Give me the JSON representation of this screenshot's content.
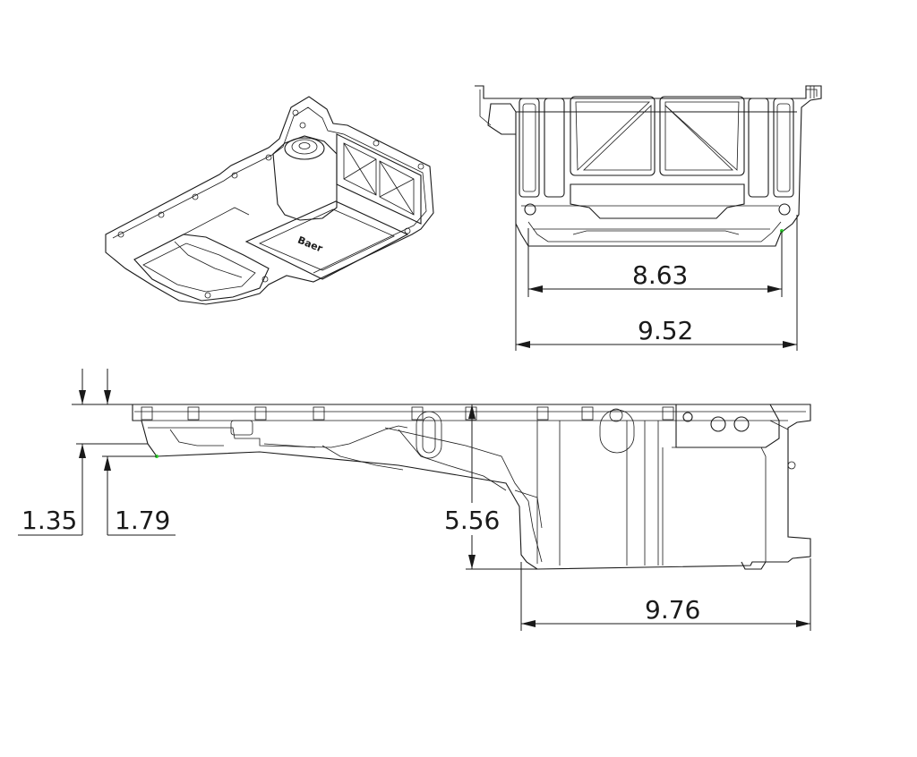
{
  "brand_mark": "Baer",
  "dimensions": {
    "top_view_inner_width": "8.63",
    "top_view_outer_width": "9.52",
    "side_flange_offset": "1.35",
    "side_shallow_depth": "1.79",
    "side_sump_depth": "5.56",
    "side_sump_length": "9.76"
  },
  "colors": {
    "line": "#1a1a1a",
    "marker": "#2bd12b",
    "background": "#ffffff"
  }
}
